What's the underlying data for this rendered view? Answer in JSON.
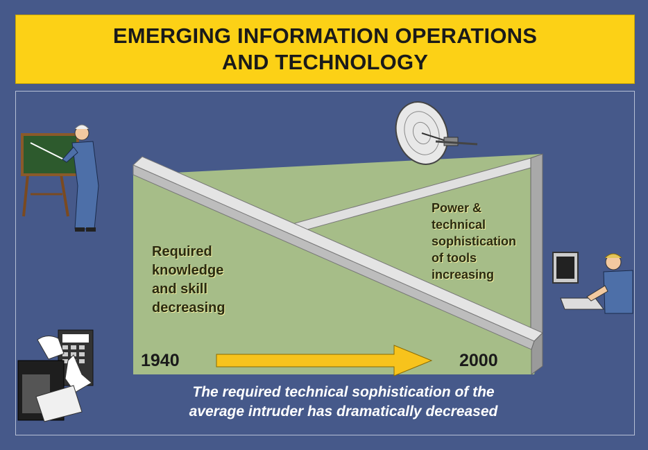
{
  "title": {
    "line1": "EMERGING INFORMATION OPERATIONS",
    "line2": "AND TECHNOLOGY"
  },
  "diagram": {
    "left_label": [
      "Required",
      "knowledge",
      "and skill",
      "decreasing"
    ],
    "right_label": [
      "Power &",
      "technical",
      "sophistication",
      "of tools",
      "increasing"
    ],
    "year_start": "1940",
    "year_end": "2000"
  },
  "caption": {
    "line1": "The required technical sophistication of the",
    "line2": "average intruder has dramatically decreased"
  },
  "colors": {
    "background": "#46598a",
    "banner": "#fcd116",
    "panel": "#a6bd88",
    "arrow": "#f7c31c",
    "bar": "#d8d8d8"
  },
  "icons": [
    "teacher-at-chalkboard-icon",
    "satellite-dish-icon",
    "computer-operator-icon",
    "calculator-hands-icon"
  ]
}
